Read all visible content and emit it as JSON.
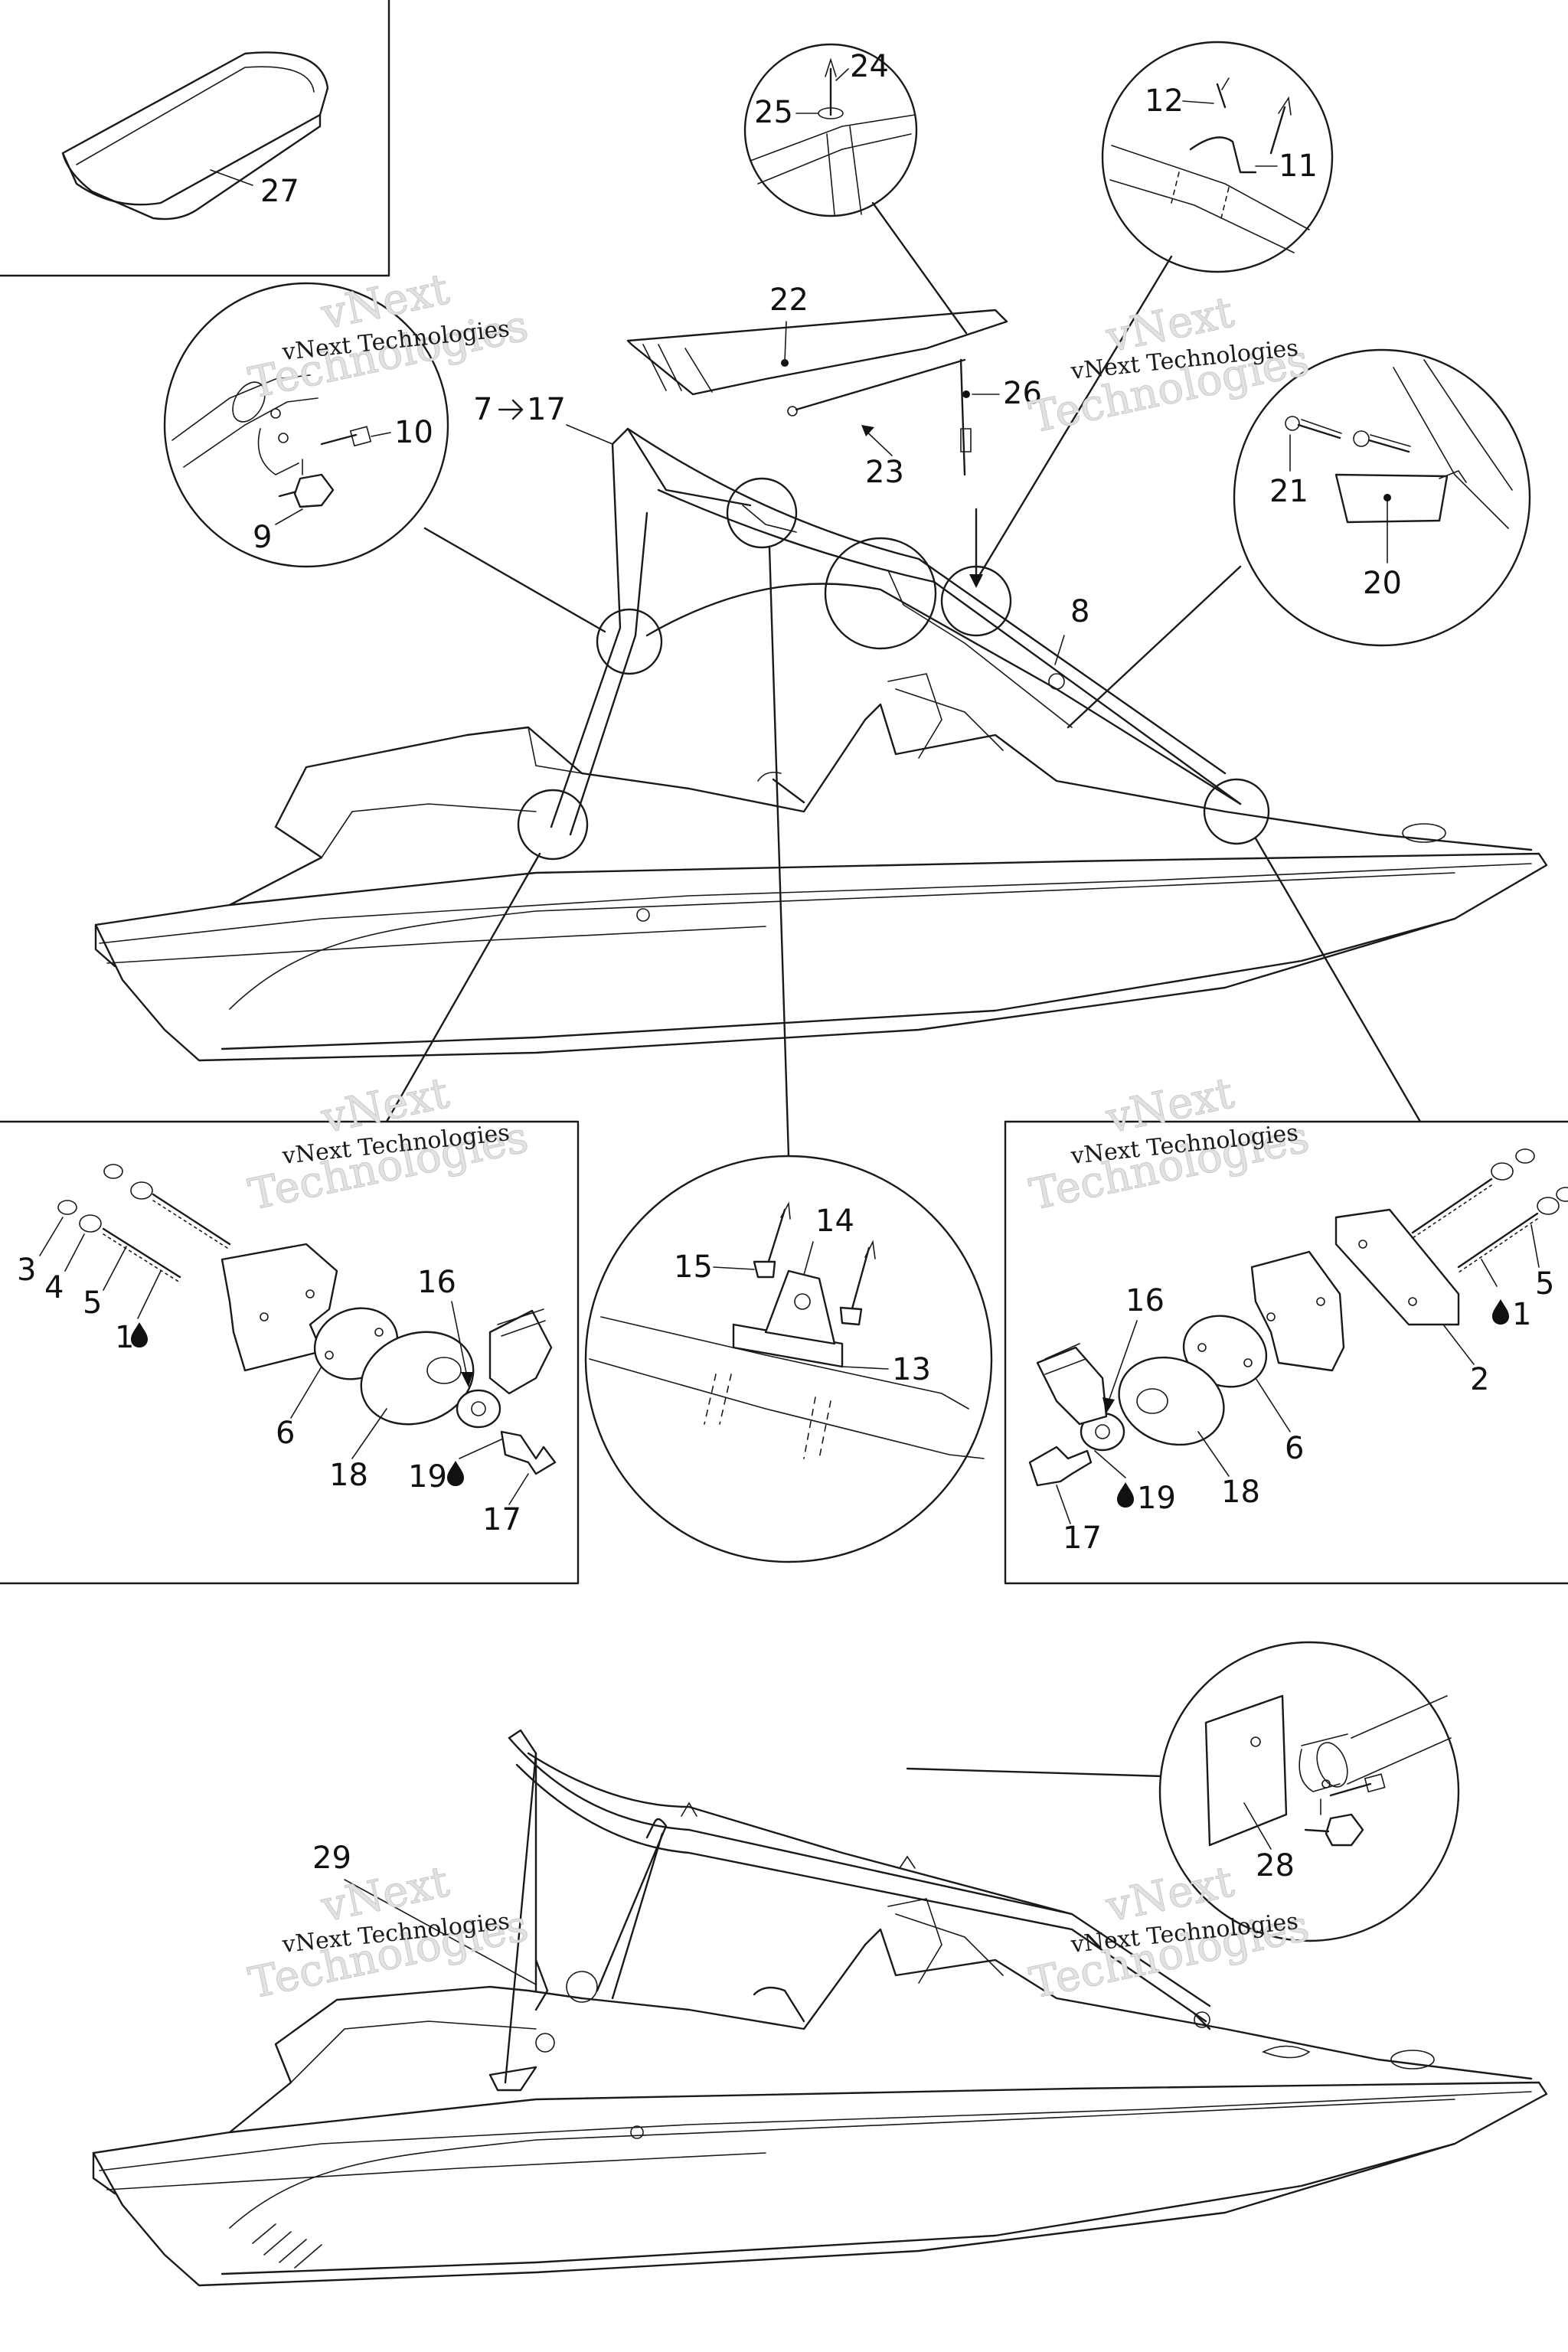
{
  "watermark": {
    "line1": "vNext",
    "line2": "Technologies",
    "caption": "vNext Technologies"
  },
  "callouts": {
    "c1a": "1",
    "c1b": "1",
    "c2": "2",
    "c3": "3",
    "c4": "4",
    "c5a": "5",
    "c5b": "5",
    "c6a": "6",
    "c6b": "6",
    "c7": "7",
    "c8": "8",
    "c9": "9",
    "c10": "10",
    "c11": "11",
    "c12": "12",
    "c13": "13",
    "c14": "14",
    "c15": "15",
    "c16a": "16",
    "c16b": "16",
    "c17a": "17",
    "c17b": "17",
    "c17c": "17",
    "c18a": "18",
    "c18b": "18",
    "c19a": "19",
    "c19b": "19",
    "c20": "20",
    "c21": "21",
    "c22": "22",
    "c23": "23",
    "c24": "24",
    "c25": "25",
    "c26": "26",
    "c27": "27",
    "c28": "28",
    "c29": "29"
  },
  "icons": {
    "arrow": "right-arrow-icon",
    "drop": "oil-drop-icon"
  },
  "colors": {
    "line": "#1a1a1a",
    "watermark": "#c9c9c9"
  }
}
